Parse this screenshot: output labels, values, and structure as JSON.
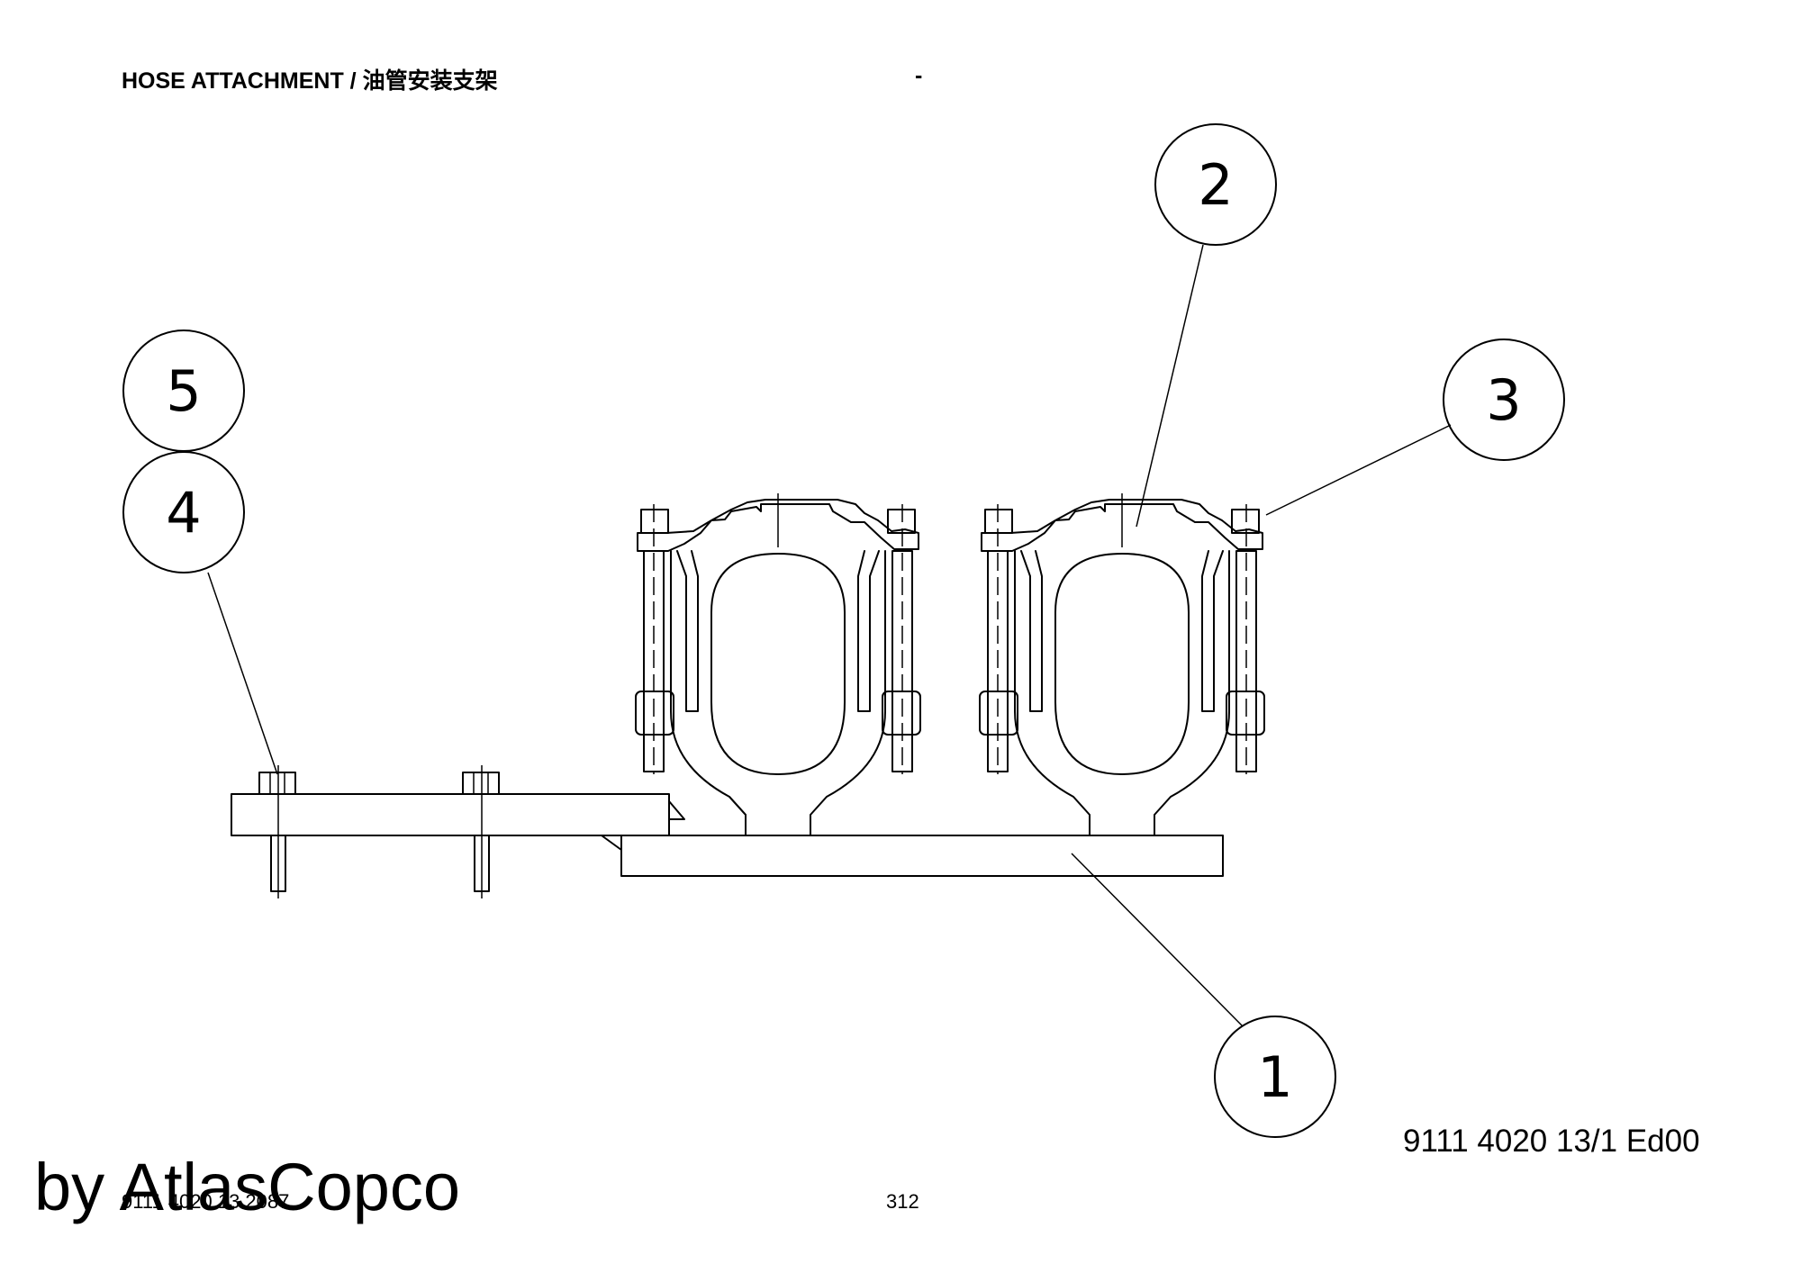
{
  "header": {
    "title": "HOSE ATTACHMENT / 油管安装支架",
    "dash": "-"
  },
  "drawing": {
    "callouts": [
      "1",
      "2",
      "3",
      "4",
      "5"
    ]
  },
  "footer": {
    "doc_code": "9111 4020 13/1  Ed00",
    "page_number": "312",
    "reference": "9111 4020 13 2087",
    "watermark": "by AtlasCopco"
  }
}
